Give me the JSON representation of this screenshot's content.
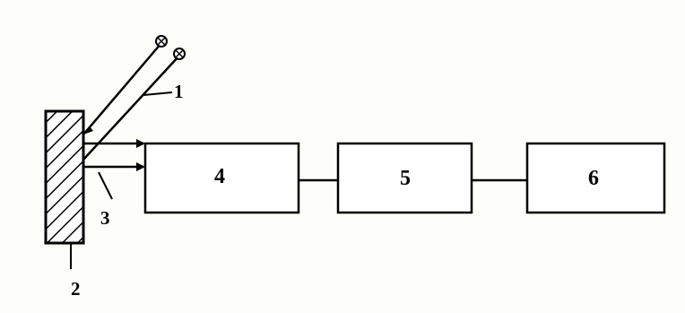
{
  "diagram": {
    "labels": {
      "fiber": "1",
      "sample": "2",
      "emission": "3",
      "block_a": "4",
      "block_b": "5",
      "block_c": "6"
    },
    "colors": {
      "line": "#000000",
      "background": "#fdfdf9",
      "box_fill": "#ffffff"
    },
    "icons": [
      "crossed-circle-icon",
      "crossed-circle-icon",
      "arrow-right-icon",
      "arrow-right-icon"
    ]
  }
}
